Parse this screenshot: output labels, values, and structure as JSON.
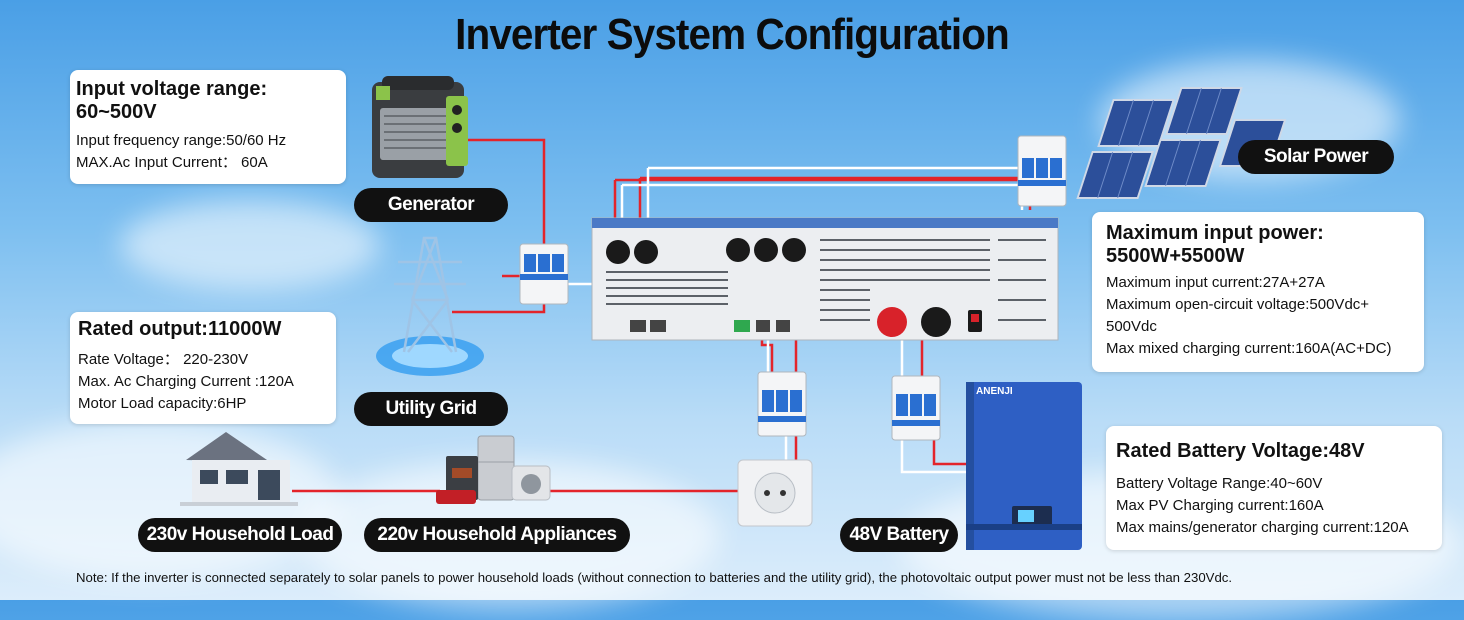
{
  "title": "Inverter System Configuration",
  "input_card": {
    "heading_line1": "Input voltage range:",
    "heading_line2": "60~500V",
    "line1": "Input frequency range:50/60 Hz",
    "line2": "MAX.Ac Input Current： 60A"
  },
  "rated_output_card": {
    "heading": "Rated output:11000W",
    "line1": "Rate Voltage： 220-230V",
    "line2": "Max. Ac Charging Current :120A",
    "line3": "Motor Load capacity:6HP"
  },
  "max_input_card": {
    "heading_line1": "Maximum input power:",
    "heading_line2": "5500W+5500W",
    "line1": "Maximum input current:27A+27A",
    "line2": "Maximum open-circuit voltage:500Vdc+",
    "line3": "500Vdc",
    "line4": "Max mixed charging current:160A(AC+DC)"
  },
  "battery_card": {
    "heading": "Rated Battery Voltage:48V",
    "line1": "Battery Voltage Range:40~60V",
    "line2": "Max PV Charging current:160A",
    "line3": "Max mains/generator charging current:120A"
  },
  "labels": {
    "generator": "Generator",
    "utility_grid": "Utility Grid",
    "solar_power": "Solar Power",
    "household_load": "230v Household Load",
    "household_appliances": "220v Household Appliances",
    "battery": "48V Battery"
  },
  "battery_brand": "ANENJI",
  "note": "Note: If the inverter is connected separately to solar panels to power household loads (without connection to batteries and the utility grid), the photovoltaic output power must not be less than 230Vdc.",
  "colors": {
    "wire_red": "#e3242b",
    "wire_white": "#ffffff",
    "pill_bg": "#111111",
    "battery_blue": "#2e5fc4"
  },
  "icons": [
    "generator-icon",
    "transmission-tower-icon",
    "solar-panel-icon",
    "breaker-icon",
    "inverter-icon",
    "battery-icon",
    "wall-socket-icon",
    "house-icon",
    "appliances-icon"
  ]
}
